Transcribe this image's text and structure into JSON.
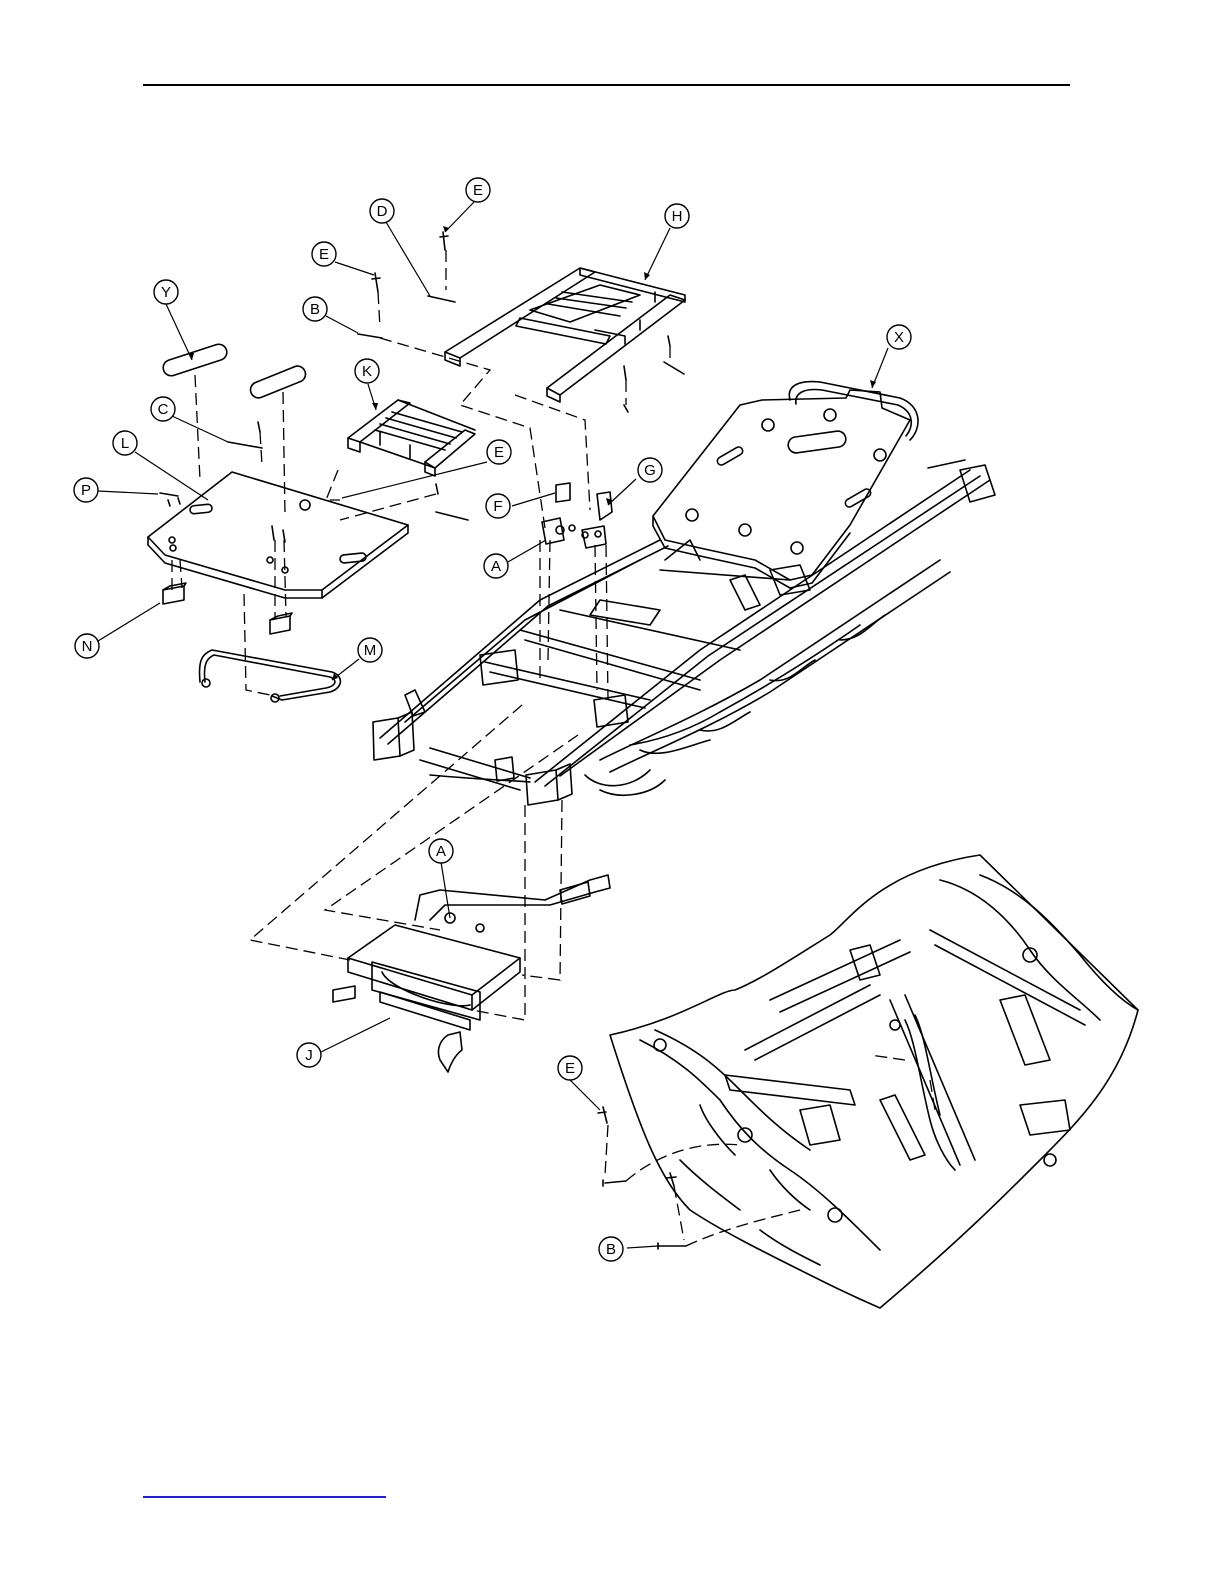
{
  "callouts": [
    {
      "id": "E-top",
      "letter": "E"
    },
    {
      "id": "D",
      "letter": "D"
    },
    {
      "id": "H",
      "letter": "H"
    },
    {
      "id": "E-left",
      "letter": "E"
    },
    {
      "id": "Y",
      "letter": "Y"
    },
    {
      "id": "B-top",
      "letter": "B"
    },
    {
      "id": "X",
      "letter": "X"
    },
    {
      "id": "K",
      "letter": "K"
    },
    {
      "id": "C",
      "letter": "C"
    },
    {
      "id": "L",
      "letter": "L"
    },
    {
      "id": "E-mid",
      "letter": "E"
    },
    {
      "id": "G",
      "letter": "G"
    },
    {
      "id": "P",
      "letter": "P"
    },
    {
      "id": "F",
      "letter": "F"
    },
    {
      "id": "A-top",
      "letter": "A"
    },
    {
      "id": "N",
      "letter": "N"
    },
    {
      "id": "M",
      "letter": "M"
    },
    {
      "id": "A-bottom",
      "letter": "A"
    },
    {
      "id": "J",
      "letter": "J"
    },
    {
      "id": "E-inset",
      "letter": "E"
    },
    {
      "id": "B-inset",
      "letter": "B"
    }
  ],
  "colors": {
    "line": "#000000",
    "link": "#1a1aff"
  }
}
